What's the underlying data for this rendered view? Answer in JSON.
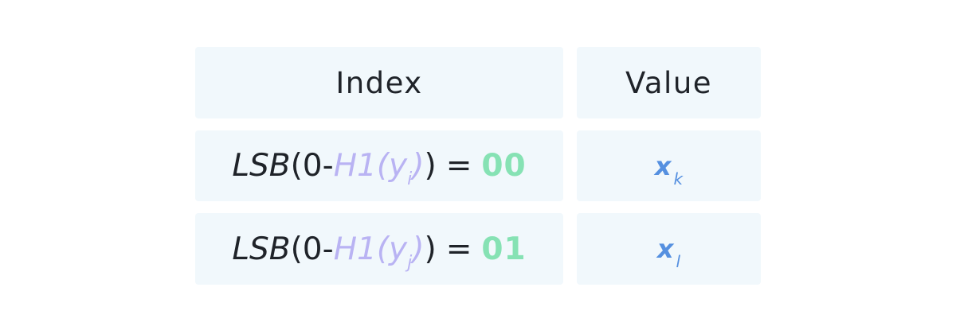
{
  "table": {
    "headers": {
      "index": "Index",
      "value": "Value"
    },
    "rows": [
      {
        "index": {
          "function": "LSB",
          "open_paren": "(",
          "zero_dash": "0-",
          "hash": "H1(y",
          "hash_sub": "i",
          "hash_close": ")",
          "close_paren": ")",
          "equals": "=",
          "bits": "00"
        },
        "value": {
          "var": "x",
          "sub": "k"
        }
      },
      {
        "index": {
          "function": "LSB",
          "open_paren": "(",
          "zero_dash": "0-",
          "hash": "H1(y",
          "hash_sub": "j",
          "hash_close": ")",
          "close_paren": ")",
          "equals": "=",
          "bits": "01"
        },
        "value": {
          "var": "x",
          "sub": "l"
        }
      }
    ]
  },
  "colors": {
    "cell_background": "#f1f8fc",
    "text_dark": "#1f2329",
    "hash_purple": "#b9b3f3",
    "bits_green": "#86e2b4",
    "value_blue": "#5590e0"
  }
}
